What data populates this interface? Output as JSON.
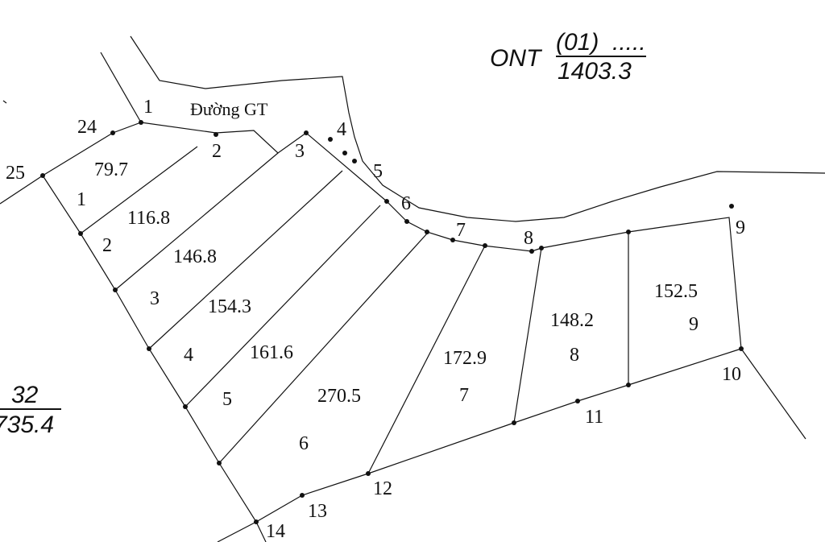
{
  "road_label": "Đường GT",
  "ont": {
    "prefix": "ONT",
    "numerator": "(01)",
    "dots": ".....",
    "denominator": "1403.3"
  },
  "left_fraction": {
    "numerator": "32",
    "denominator": "735.4"
  },
  "vertex_labels": {
    "v1": "1",
    "v2": "2",
    "v3": "3",
    "v4": "4",
    "v5": "5",
    "v6": "6",
    "v7": "7",
    "v8": "8",
    "v9": "9",
    "v10": "10",
    "v11": "11",
    "v12": "12",
    "v13": "13",
    "v14": "14",
    "v24": "24",
    "v25": "25"
  },
  "lots": [
    {
      "area": "79.7",
      "number": "1"
    },
    {
      "area": "116.8",
      "number": "2"
    },
    {
      "area": "146.8",
      "number": "3"
    },
    {
      "area": "154.3",
      "number": "4"
    },
    {
      "area": "161.6",
      "number": "5"
    },
    {
      "area": "270.5",
      "number": "6"
    },
    {
      "area": "172.9",
      "number": "7"
    },
    {
      "area": "148.2",
      "number": "8"
    },
    {
      "area": "152.5",
      "number": "9"
    }
  ]
}
